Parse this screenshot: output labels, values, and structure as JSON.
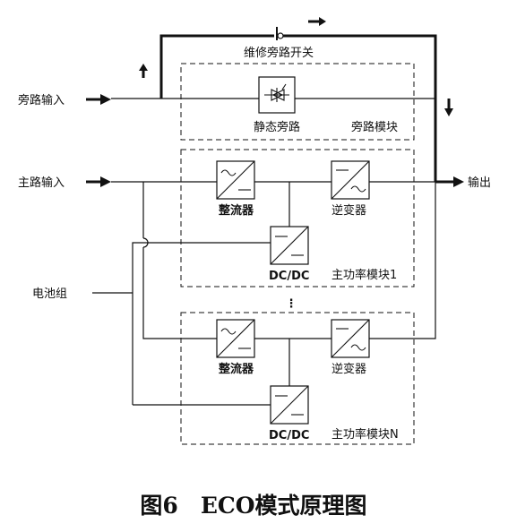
{
  "labels": {
    "bypass_input": "旁路输入",
    "main_input": "主路输入",
    "battery": "电池组",
    "output": "输出",
    "maintenance_bypass_switch": "维修旁路开关",
    "static_bypass": "静态旁路",
    "bypass_module": "旁路模块",
    "rectifier_1": "整流器",
    "inverter_1": "逆变器",
    "dcdc_1": "DC/DC",
    "power_module_1": "主功率模块1",
    "ellipsis": "⋮",
    "rectifier_n": "整流器",
    "inverter_n": "逆变器",
    "dcdc_n": "DC/DC",
    "power_module_n": "主功率模块N"
  },
  "caption": "图6　ECO模式原理图"
}
